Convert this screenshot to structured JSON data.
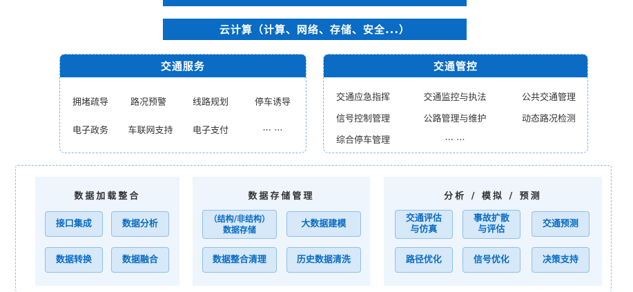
{
  "cloud": {
    "label": "云计算（计算、网络、存储、安全...）"
  },
  "traffic_service": {
    "title": "交通服务",
    "items": [
      "拥堵疏导",
      "路况预警",
      "线路规划",
      "停车诱导",
      "电子政务",
      "车联网支持",
      "电子支付",
      "... ..."
    ]
  },
  "traffic_control": {
    "title": "交通管控",
    "items": [
      "交通应急指挥",
      "交通监控与执法",
      "公共交通管理",
      "信号控制管理",
      "公路管理与维护",
      "动态路况检测",
      "综合停车管理",
      "... ..."
    ]
  },
  "groups": [
    {
      "title": "数据加载整合",
      "buttons": [
        "接口集成",
        "数据分析",
        "数据转换",
        "数据融合"
      ]
    },
    {
      "title": "数据存储管理",
      "buttons": [
        "（结构/非结构）\n数据存储",
        "大数据建模",
        "数据整合清理",
        "历史数据清洗"
      ]
    },
    {
      "title": "分析 / 模拟 / 预测",
      "buttons": [
        "交通评估\n与仿真",
        "事故扩散\n与评估",
        "交通预测",
        "路径优化",
        "信号优化",
        "决策支持"
      ]
    }
  ],
  "colors": {
    "primary": "#0a6cc4",
    "button_bg": "#d7e8f8",
    "group_bg": "#eef5fc",
    "dashed_border": "#7fb2de"
  }
}
